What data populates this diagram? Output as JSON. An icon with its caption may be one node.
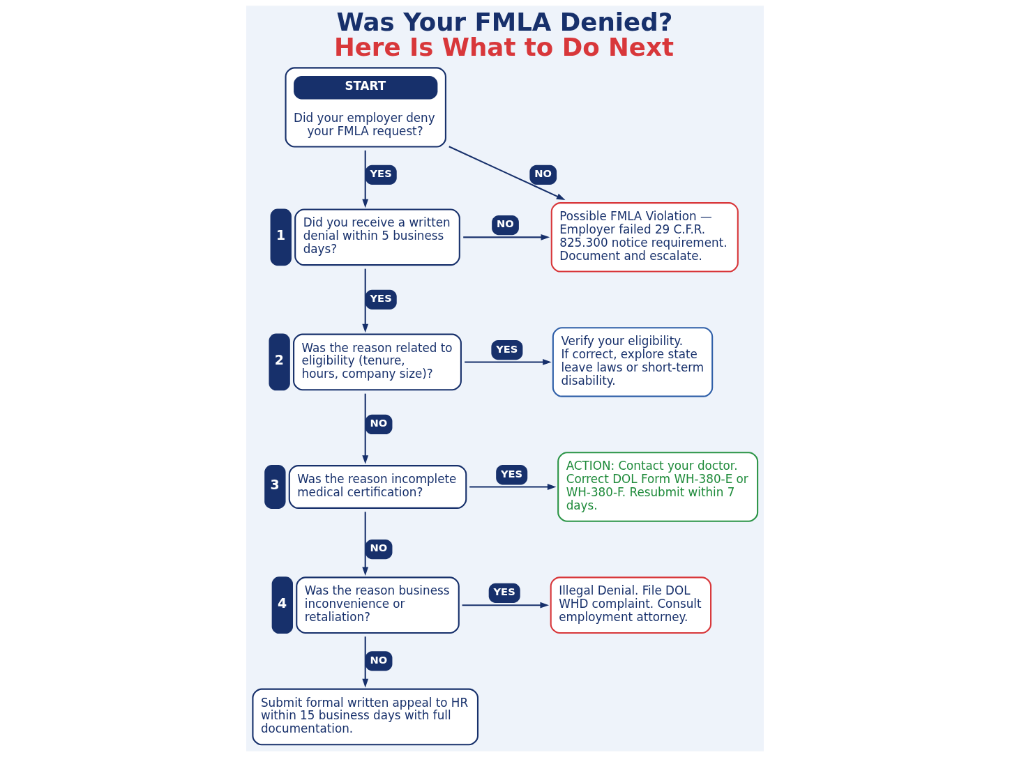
{
  "diagram": {
    "title": "Was Your FMLA Denied? Here Is What to Do Next",
    "nodes": [
      {
        "text": [
          "START",
          "Did your employer deny your FMLA request?"
        ]
      },
      {
        "text": [
          "Did you receive a written denial within 5 business days?"
        ],
        "beside": [
          "1"
        ]
      },
      {
        "text": [
          "Possible FMLA Violation — Employer failed 29 C.F.R. 825.300 notice requirement. Document and escalate."
        ]
      },
      {
        "text": [
          "Was the reason related to eligibility (tenure, hours, company size)?"
        ],
        "beside": [
          "2"
        ]
      },
      {
        "text": [
          "Verify your eligibility. If correct, explore state leave laws or short-term disability."
        ]
      },
      {
        "text": [
          "Was the reason incomplete medical certification?"
        ],
        "beside": [
          "3"
        ]
      },
      {
        "text": [
          "ACTION: Contact your doctor. Correct DOL Form WH-380-E or WH-380-F. Resubmit within 7 days."
        ]
      },
      {
        "text": [
          "Was the reason business inconvenience or retaliation?"
        ],
        "beside": [
          "4"
        ]
      },
      {
        "text": [
          "Illegal Denial. File DOL WHD complaint. Consult employment attorney."
        ]
      },
      {
        "text": [
          "Submit formal written appeal to HR within 15 business days with full documentation."
        ]
      }
    ],
    "edges": [
      {
        "from": 0,
        "to": 1,
        "arrow": "to",
        "label": "YES"
      },
      {
        "from": 0,
        "to": 2,
        "arrow": "to",
        "label": "NO"
      },
      {
        "from": 1,
        "to": 2,
        "arrow": "to",
        "label": "NO"
      },
      {
        "from": 1,
        "to": 3,
        "arrow": "to",
        "label": "YES"
      },
      {
        "from": 3,
        "to": 4,
        "arrow": "to",
        "label": "YES"
      },
      {
        "from": 3,
        "to": 5,
        "arrow": "to",
        "label": "NO"
      },
      {
        "from": 5,
        "to": 6,
        "arrow": "to",
        "label": "YES"
      },
      {
        "from": 5,
        "to": 7,
        "arrow": "to",
        "label": "NO"
      },
      {
        "from": 7,
        "to": 8,
        "arrow": "to",
        "label": "YES"
      },
      {
        "from": 7,
        "to": 9,
        "arrow": "to",
        "label": "NO"
      }
    ]
  }
}
